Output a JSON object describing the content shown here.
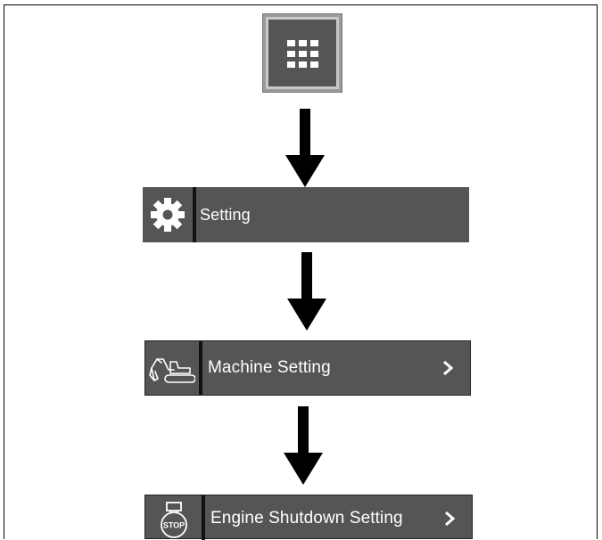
{
  "menu_button": {
    "icon": "grid-menu-icon"
  },
  "steps": [
    {
      "label": "Setting",
      "icon": "gear-icon",
      "has_chevron": false
    },
    {
      "label": "Machine Setting",
      "icon": "excavator-icon",
      "has_chevron": true,
      "chevron": ">"
    },
    {
      "label": "Engine Shutdown Setting",
      "icon": "stop-engine-icon",
      "icon_text": "STOP",
      "has_chevron": true,
      "chevron": ">"
    }
  ],
  "colors": {
    "bar_background": "#555555",
    "text": "#ffffff",
    "arrow": "#000000"
  }
}
